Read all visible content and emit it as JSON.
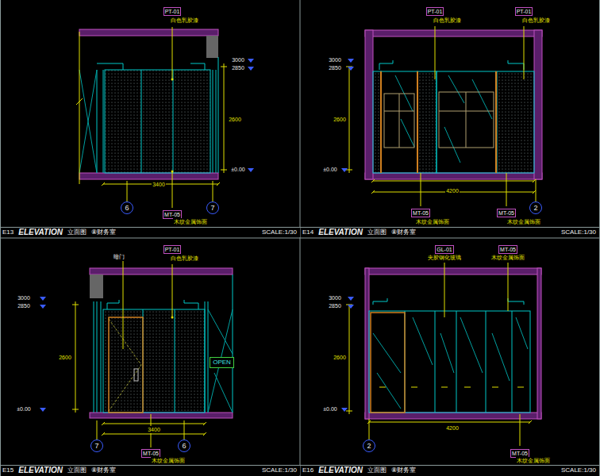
{
  "diagram": {
    "nodes": [
      {
        "text": [
          "6"
        ]
      },
      {
        "text": [
          "7"
        ]
      },
      {
        "text": [
          "E13",
          "ELEVATION",
          "立面图",
          "⑧财务室",
          "SCALE:1/30"
        ]
      },
      {
        "text": [
          "2"
        ]
      },
      {
        "text": [
          "E14",
          "ELEVATION",
          "立面图",
          "⑧财务室",
          "SCALE:1/30"
        ]
      },
      {
        "text": [
          "7"
        ]
      },
      {
        "text": [
          "6"
        ]
      },
      {
        "text": [
          "OPEN"
        ]
      },
      {
        "text": [
          "E15",
          "ELEVATION",
          "立面图",
          "⑧财务室",
          "SCALE:1/30"
        ]
      },
      {
        "text": [
          "2"
        ]
      },
      {
        "text": [
          "E16",
          "ELEVATION",
          "立面图",
          "⑧财务室",
          "SCALE:1/30"
        ]
      }
    ],
    "labels": [
      "PT-01",
      "白色乳胶漆",
      "3000",
      "2850",
      "2600",
      "±0.00",
      "3400",
      "MT-05",
      "木纹金属饰面",
      "PT-01",
      "白色乳胶漆",
      "PT-01",
      "白色乳胶漆",
      "3000",
      "2850",
      "2600",
      "±0.00",
      "4200",
      "MT-05",
      "木纹金属饰面",
      "MT-05",
      "木纹金属饰面",
      "暗门",
      "PT-01",
      "白色乳胶漆",
      "3000",
      "2850",
      "2600",
      "±0.00",
      "3400",
      "MT-05",
      "木纹金属饰面",
      "GL-01",
      "夹胶钢化玻璃",
      "MT-05",
      "木纹金属饰面",
      "3000",
      "2850",
      "2600",
      "±0.00",
      "4200",
      "MT-05",
      "木纹金属饰面"
    ]
  }
}
